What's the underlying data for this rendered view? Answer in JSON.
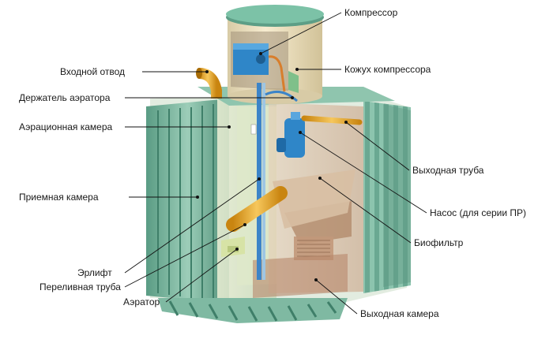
{
  "labels": {
    "compressor": "Компрессор",
    "inlet_pipe": "Входной отвод",
    "compressor_housing": "Кожух компрессора",
    "aerator_holder": "Держатель аэратора",
    "aeration_chamber": "Аэрационная камера",
    "outlet_pipe": "Выходная труба",
    "receiving_chamber": "Приемная камера",
    "pump": "Насос (для серии ПР)",
    "biofilter": "Биофильтр",
    "airlift": "Эрлифт",
    "overflow_pipe": "Переливная труба",
    "aerator": "Аэратор",
    "outlet_chamber": "Выходная камера"
  },
  "colors": {
    "tank_green": "#7fb9a2",
    "tank_dark": "#3f7f69",
    "lid": "#6aaa90",
    "collar": "#efe2bf",
    "compressor_blue": "#2f86c8",
    "pipe_orange": "#e0a021",
    "biofilter_tan": "#cfa98a"
  }
}
